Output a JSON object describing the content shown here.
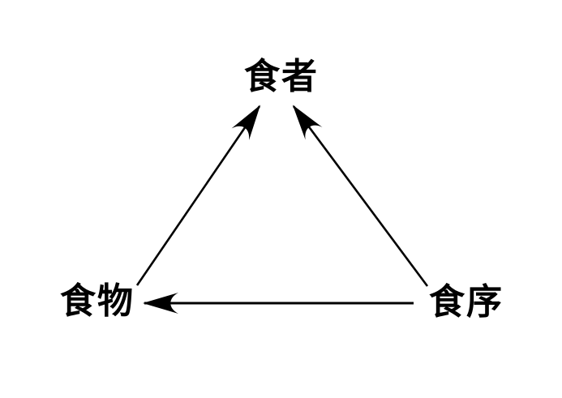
{
  "diagram": {
    "title": "",
    "background_color": "#ffffff",
    "ink_color": "#000000",
    "nodes": {
      "eater": {
        "label": "食者",
        "position": "top-center"
      },
      "food": {
        "label": "食物",
        "position": "bottom-left"
      },
      "order": {
        "label": "食序",
        "position": "bottom-right"
      }
    },
    "edges": [
      {
        "from": "food",
        "to": "eater",
        "style": "solid",
        "arrowhead": "stealth"
      },
      {
        "from": "order",
        "to": "eater",
        "style": "solid",
        "arrowhead": "stealth"
      },
      {
        "from": "order",
        "to": "food",
        "style": "solid",
        "arrowhead": "stealth"
      }
    ]
  }
}
